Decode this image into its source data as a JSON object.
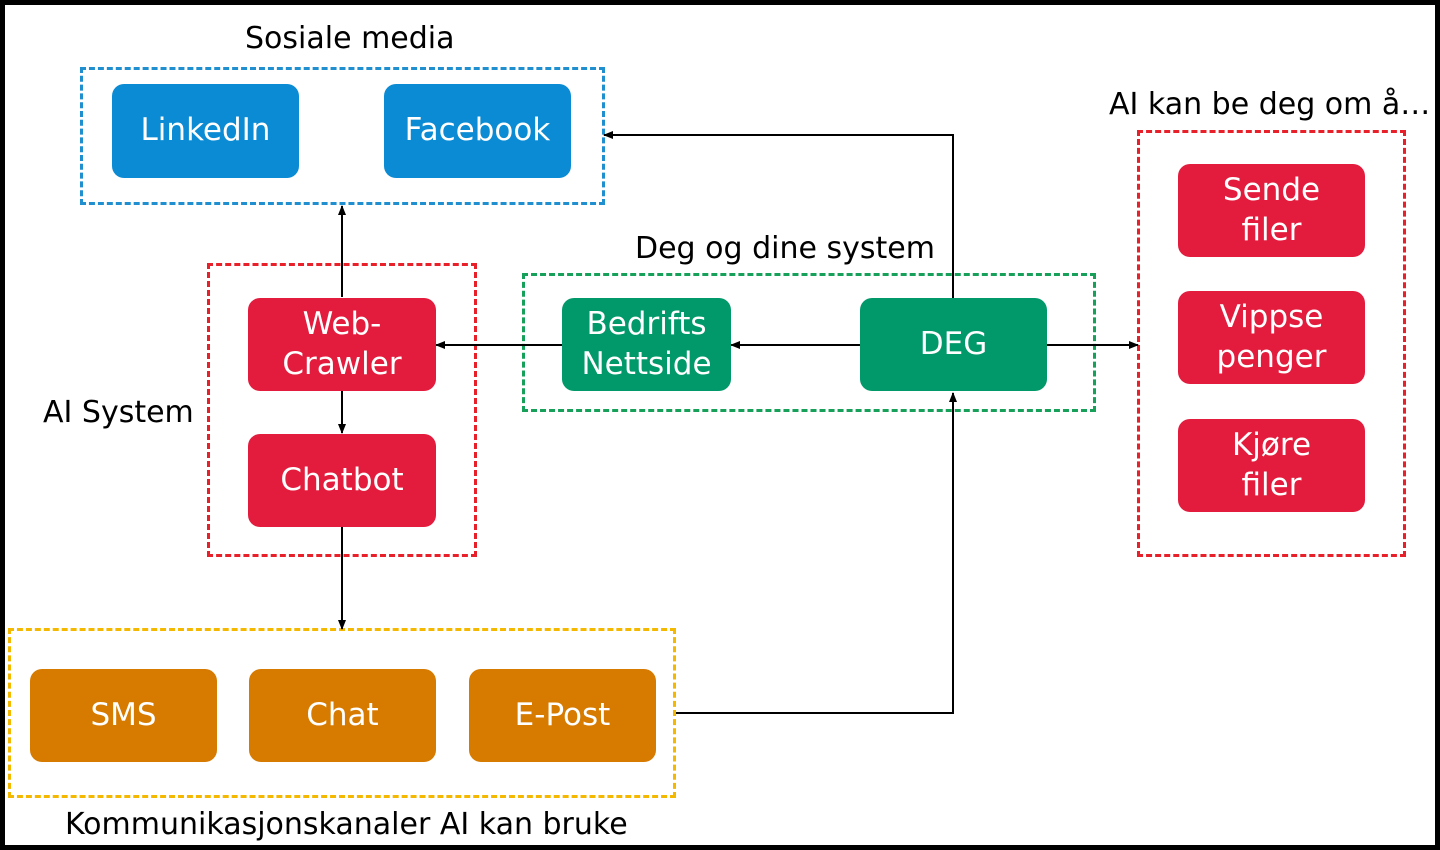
{
  "groups": {
    "social": {
      "title": "Sosiale media",
      "nodes": [
        "LinkedIn",
        "Facebook"
      ]
    },
    "ai_system": {
      "title": "AI System",
      "nodes": [
        "Web-\nCrawler",
        "Chatbot"
      ]
    },
    "your_system": {
      "title": "Deg og dine system",
      "nodes": [
        "Bedrifts\nNettside",
        "DEG"
      ]
    },
    "channels": {
      "title": "Kommunikasjonskanaler AI kan bruke",
      "nodes": [
        "SMS",
        "Chat",
        "E-Post"
      ]
    },
    "ai_asks": {
      "title": "AI kan be deg om å…",
      "nodes": [
        "Sende\nfiler",
        "Vippse\npenger",
        "Kjøre\nfiler"
      ]
    }
  },
  "colors": {
    "social": "#0a8bd3",
    "ai": "#e31c3d",
    "system": "#02996a",
    "channels": "#d67a00",
    "ai_border": "#e8202a",
    "system_border": "#16a05a",
    "social_border": "#1f8fd0",
    "channels_border": "#f5b800"
  }
}
